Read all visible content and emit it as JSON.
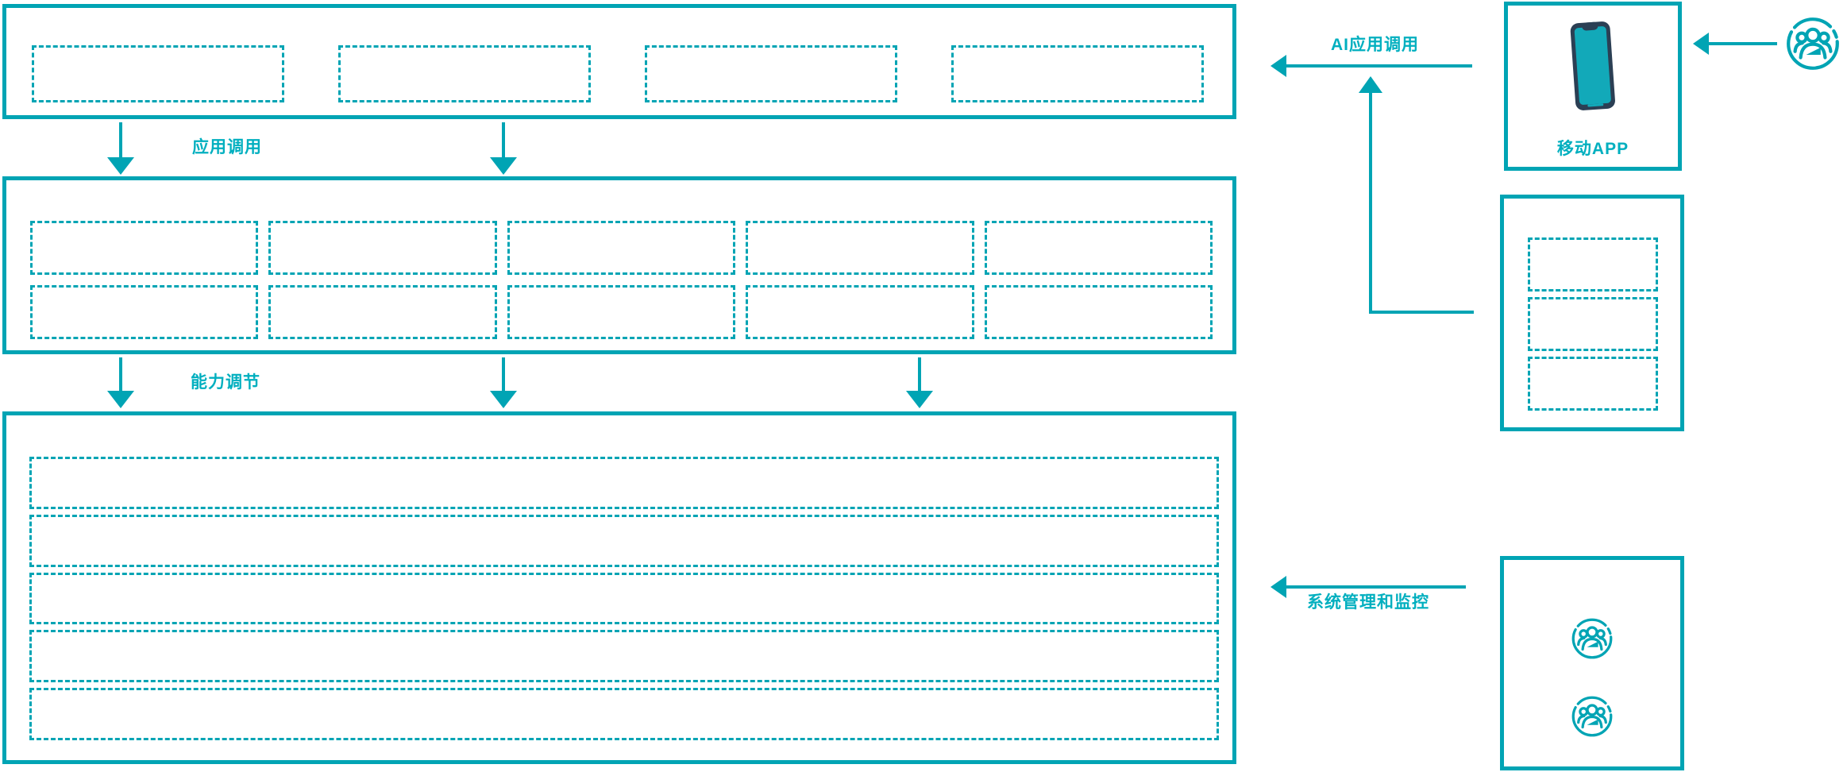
{
  "colors": {
    "teal": "#00A4B4",
    "label_teal": "#00AFBF",
    "phone_frame": "#2B3F54",
    "phone_screen": "#12A9B9"
  },
  "flow_labels": {
    "app_call": "应用调用",
    "capability_adjust": "能力调节",
    "ai_app_call": "AI应用调用",
    "sys_mgmt_monitor": "系统管理和监控"
  },
  "layers": {
    "top": {
      "placeholder_count": 4
    },
    "middle": {
      "rows": 2,
      "cols": 5,
      "placeholder_count": 10
    },
    "bottom": {
      "placeholder_count": 5
    }
  },
  "right_panel": {
    "mobile_app": {
      "label": "移动APP",
      "icon": "smartphone-icon"
    },
    "service_box": {
      "placeholder_count": 3
    },
    "users_box": {
      "icon": "user-group-icon",
      "icon_count": 2
    },
    "external_user": {
      "icon": "user-group-icon"
    }
  }
}
